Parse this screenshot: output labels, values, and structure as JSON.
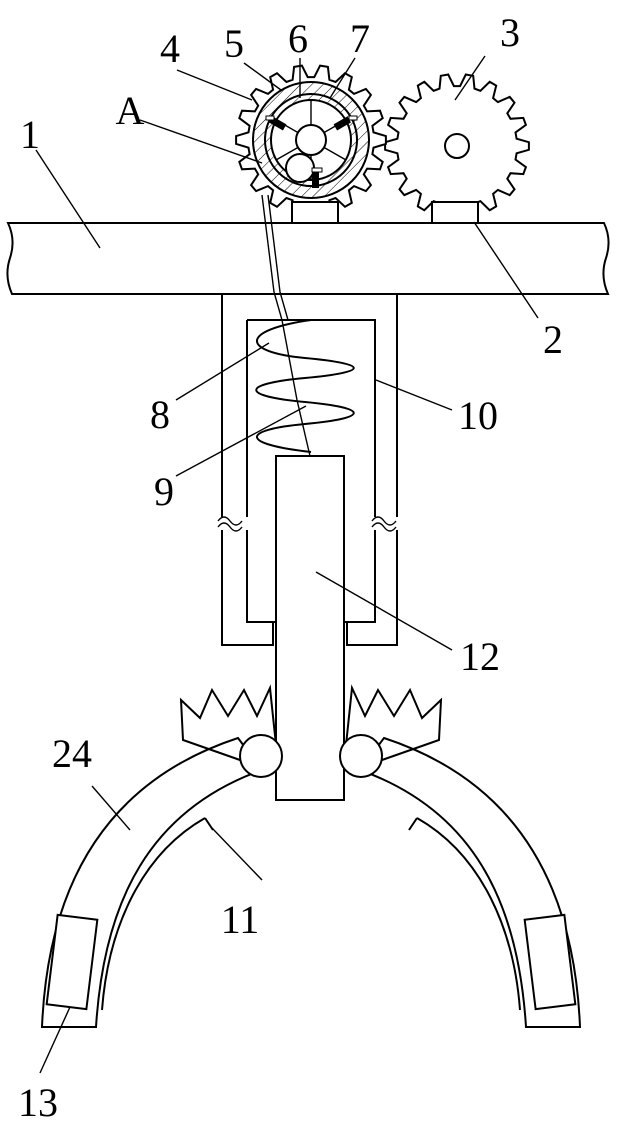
{
  "labels": {
    "l1": "1",
    "l2": "2",
    "l3": "3",
    "l4": "4",
    "l5": "5",
    "l6": "6",
    "l7": "7",
    "l8": "8",
    "l9": "9",
    "l10": "10",
    "l11": "11",
    "l12": "12",
    "l13": "13",
    "l24": "24",
    "lA": "A"
  }
}
